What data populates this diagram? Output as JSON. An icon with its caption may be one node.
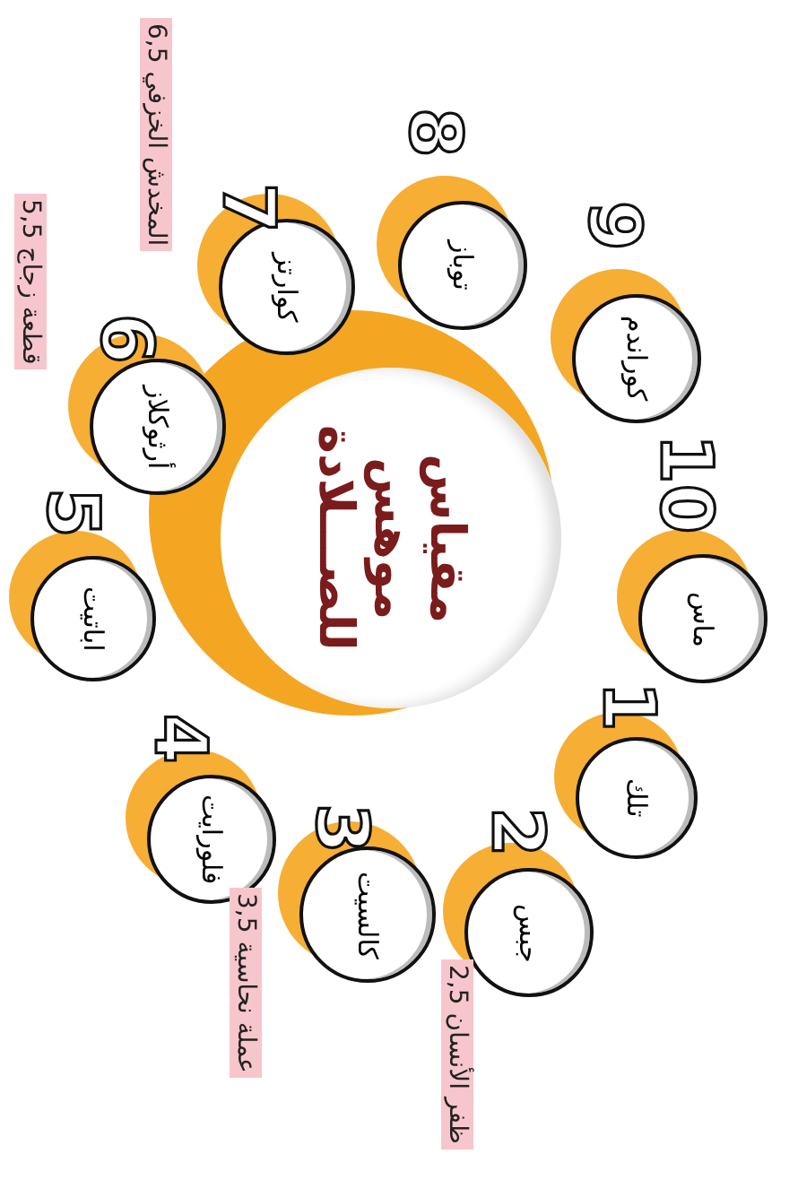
{
  "diagram": {
    "nodes": [
      {
        "text": [
          "مقياس موهس للصـــلادة"
        ]
      },
      {
        "text": [
          "تلك"
        ],
        "beside": [
          "1"
        ]
      },
      {
        "text": [
          "جبس"
        ],
        "beside": [
          "2"
        ]
      },
      {
        "text": [
          "كالسيت"
        ],
        "beside": [
          "3"
        ]
      },
      {
        "text": [
          "فلورايت"
        ],
        "beside": [
          "4"
        ]
      },
      {
        "text": [
          "اباتيت"
        ],
        "beside": [
          "5"
        ]
      },
      {
        "text": [
          "أرثوكلاز"
        ],
        "beside": [
          "6"
        ]
      },
      {
        "text": [
          "كوارتز"
        ],
        "beside": [
          "7"
        ]
      },
      {
        "text": [
          "توباز"
        ],
        "beside": [
          "8"
        ]
      },
      {
        "text": [
          "كوراندم"
        ],
        "beside": [
          "9"
        ]
      },
      {
        "text": [
          "ماس"
        ],
        "beside": [
          "10"
        ]
      }
    ],
    "labels": [
      "المخدش الخزفي 6,5",
      "قطعة زجاج 5,5",
      "عملة نحاسية 3,5",
      "ظفر الأنسان 2,5"
    ]
  }
}
